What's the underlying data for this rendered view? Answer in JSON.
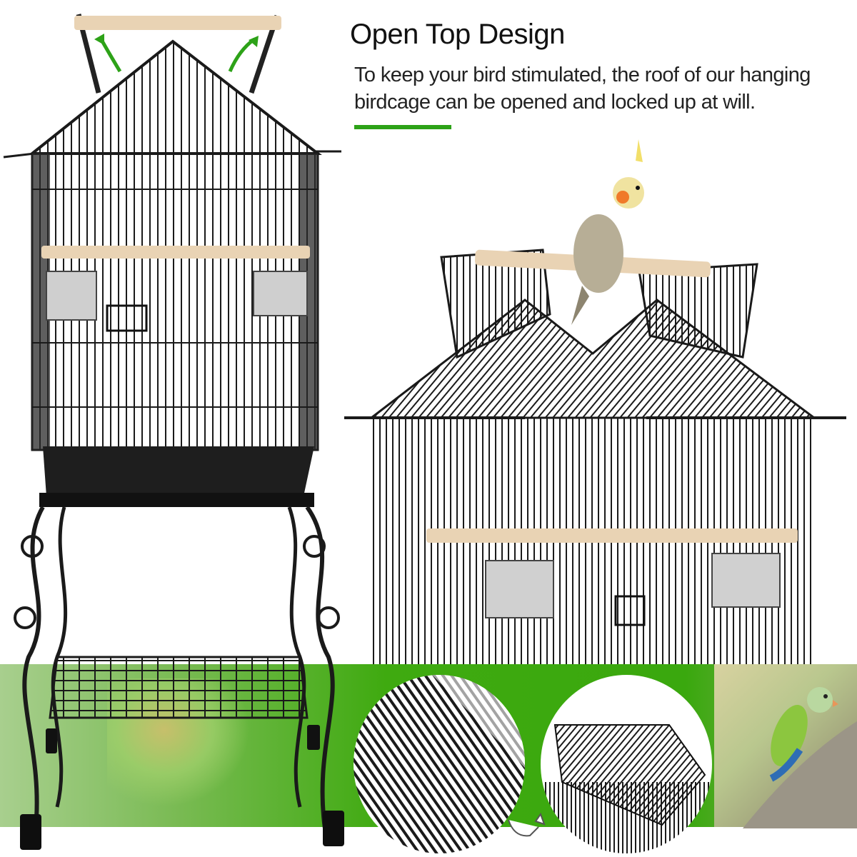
{
  "heading": {
    "title": "Open Top Design",
    "description": "To keep your bird stimulated, the roof of our hanging birdcage can be opened and locked up at will."
  },
  "colors": {
    "accent_green": "#2da218",
    "band_green": "#3faa10",
    "cage_black": "#1a1a1a",
    "perch_wood": "#e9d3b4"
  },
  "images": {
    "main_cage": "tall birdcage on rolling stand with open roof",
    "open_roof_cage": "birdcage with roof panels opened and cockatiel on perch",
    "detail_circle_1": "close-up of roof hinge",
    "detail_circle_2": "close-up of opened roof",
    "arrow_icon": "curved arrow between detail circles"
  }
}
